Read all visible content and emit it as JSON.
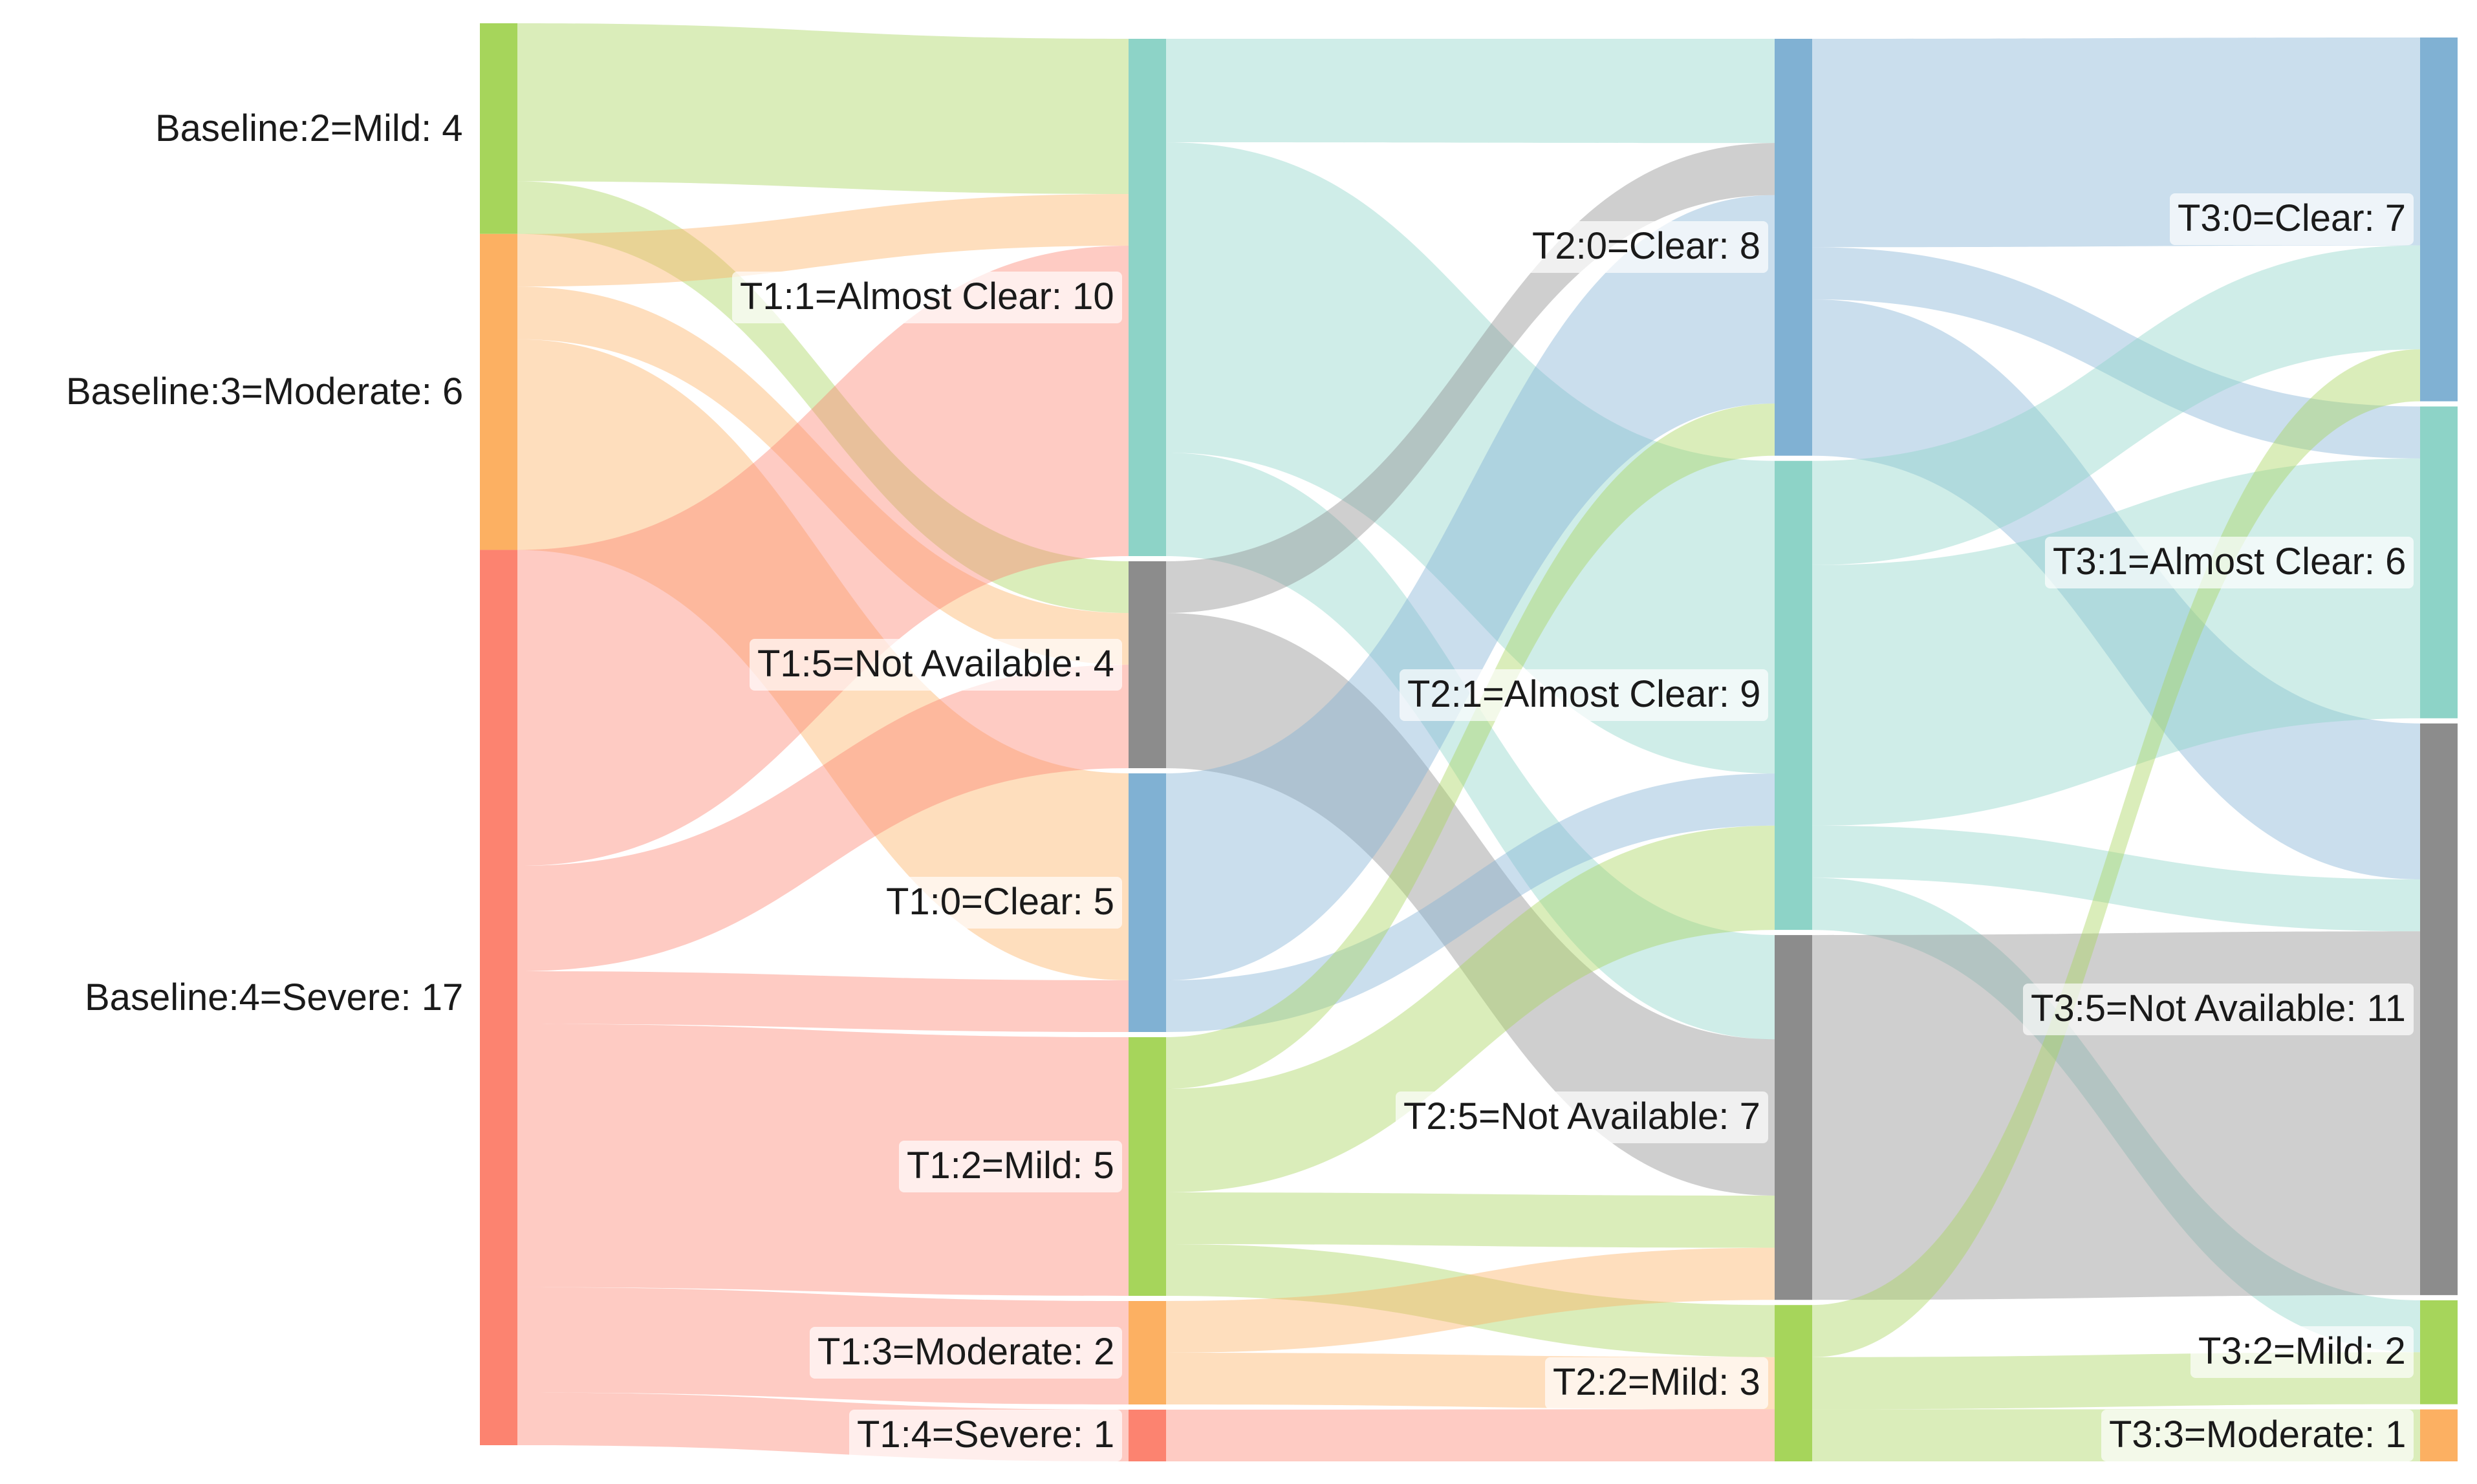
{
  "diagram": {
    "type": "sankey",
    "stages": [
      {
        "id": "baseline",
        "nodes": [
          {
            "id": "B2",
            "label": "Baseline:2=Mild: 4",
            "value": 4,
            "color": "#a6d55b"
          },
          {
            "id": "B3",
            "label": "Baseline:3=Moderate: 6",
            "value": 6,
            "color": "#fcb062"
          },
          {
            "id": "B4",
            "label": "Baseline:4=Severe: 17",
            "value": 17,
            "color": "#fc8370"
          }
        ]
      },
      {
        "id": "t1",
        "nodes": [
          {
            "id": "T1_1",
            "label": "T1:1=Almost Clear: 10",
            "value": 10,
            "color": "#8dd3c7"
          },
          {
            "id": "T1_5",
            "label": "T1:5=Not Available: 4",
            "value": 4,
            "color": "#8c8c8c"
          },
          {
            "id": "T1_0",
            "label": "T1:0=Clear: 5",
            "value": 5,
            "color": "#80b1d3"
          },
          {
            "id": "T1_2",
            "label": "T1:2=Mild: 5",
            "value": 5,
            "color": "#a6d55b"
          },
          {
            "id": "T1_3",
            "label": "T1:3=Moderate: 2",
            "value": 2,
            "color": "#fcb062"
          },
          {
            "id": "T1_4",
            "label": "T1:4=Severe: 1",
            "value": 1,
            "color": "#fc8370"
          }
        ]
      },
      {
        "id": "t2",
        "nodes": [
          {
            "id": "T2_0",
            "label": "T2:0=Clear: 8",
            "value": 8,
            "color": "#80b1d3"
          },
          {
            "id": "T2_1",
            "label": "T2:1=Almost Clear: 9",
            "value": 9,
            "color": "#8dd3c7"
          },
          {
            "id": "T2_5",
            "label": "T2:5=Not Available: 7",
            "value": 7,
            "color": "#8c8c8c"
          },
          {
            "id": "T2_2",
            "label": "T2:2=Mild: 3",
            "value": 3,
            "color": "#a6d55b"
          }
        ]
      },
      {
        "id": "t3",
        "nodes": [
          {
            "id": "T3_0",
            "label": "T3:0=Clear: 7",
            "value": 7,
            "color": "#80b1d3"
          },
          {
            "id": "T3_1",
            "label": "T3:1=Almost Clear: 6",
            "value": 6,
            "color": "#8dd3c7"
          },
          {
            "id": "T3_5",
            "label": "T3:5=Not Available: 11",
            "value": 11,
            "color": "#8c8c8c"
          },
          {
            "id": "T3_2",
            "label": "T3:2=Mild: 2",
            "value": 2,
            "color": "#a6d55b"
          },
          {
            "id": "T3_3",
            "label": "T3:3=Moderate: 1",
            "value": 1,
            "color": "#fcb062"
          }
        ]
      }
    ],
    "links": [
      {
        "source": "B2",
        "target": "T1_1",
        "value": 3
      },
      {
        "source": "B2",
        "target": "T1_5",
        "value": 1
      },
      {
        "source": "B3",
        "target": "T1_1",
        "value": 1
      },
      {
        "source": "B3",
        "target": "T1_5",
        "value": 1
      },
      {
        "source": "B3",
        "target": "T1_0",
        "value": 4
      },
      {
        "source": "B4",
        "target": "T1_1",
        "value": 6
      },
      {
        "source": "B4",
        "target": "T1_5",
        "value": 2
      },
      {
        "source": "B4",
        "target": "T1_0",
        "value": 1
      },
      {
        "source": "B4",
        "target": "T1_2",
        "value": 5
      },
      {
        "source": "B4",
        "target": "T1_3",
        "value": 2
      },
      {
        "source": "B4",
        "target": "T1_4",
        "value": 1
      },
      {
        "source": "T1_1",
        "target": "T2_0",
        "value": 2
      },
      {
        "source": "T1_1",
        "target": "T2_1",
        "value": 6
      },
      {
        "source": "T1_1",
        "target": "T2_5",
        "value": 2
      },
      {
        "source": "T1_5",
        "target": "T2_0",
        "value": 1
      },
      {
        "source": "T1_5",
        "target": "T2_1",
        "value": 0
      },
      {
        "source": "T1_5",
        "target": "T2_5",
        "value": 3
      },
      {
        "source": "T1_0",
        "target": "T2_0",
        "value": 4
      },
      {
        "source": "T1_0",
        "target": "T2_1",
        "value": 1
      },
      {
        "source": "T1_2",
        "target": "T2_0",
        "value": 1
      },
      {
        "source": "T1_2",
        "target": "T2_1",
        "value": 2
      },
      {
        "source": "T1_2",
        "target": "T2_5",
        "value": 1
      },
      {
        "source": "T1_2",
        "target": "T2_2",
        "value": 1
      },
      {
        "source": "T1_3",
        "target": "T2_5",
        "value": 1
      },
      {
        "source": "T1_3",
        "target": "T2_2",
        "value": 1
      },
      {
        "source": "T1_4",
        "target": "T2_2",
        "value": 1
      },
      {
        "source": "T2_0",
        "target": "T3_0",
        "value": 4
      },
      {
        "source": "T2_0",
        "target": "T3_1",
        "value": 1
      },
      {
        "source": "T2_0",
        "target": "T3_5",
        "value": 3
      },
      {
        "source": "T2_1",
        "target": "T3_0",
        "value": 2
      },
      {
        "source": "T2_1",
        "target": "T3_1",
        "value": 5
      },
      {
        "source": "T2_1",
        "target": "T3_5",
        "value": 1
      },
      {
        "source": "T2_1",
        "target": "T3_2",
        "value": 1
      },
      {
        "source": "T2_5",
        "target": "T3_5",
        "value": 7
      },
      {
        "source": "T2_2",
        "target": "T3_0",
        "value": 1
      },
      {
        "source": "T2_2",
        "target": "T3_2",
        "value": 1
      },
      {
        "source": "T2_2",
        "target": "T3_3",
        "value": 1
      }
    ]
  }
}
